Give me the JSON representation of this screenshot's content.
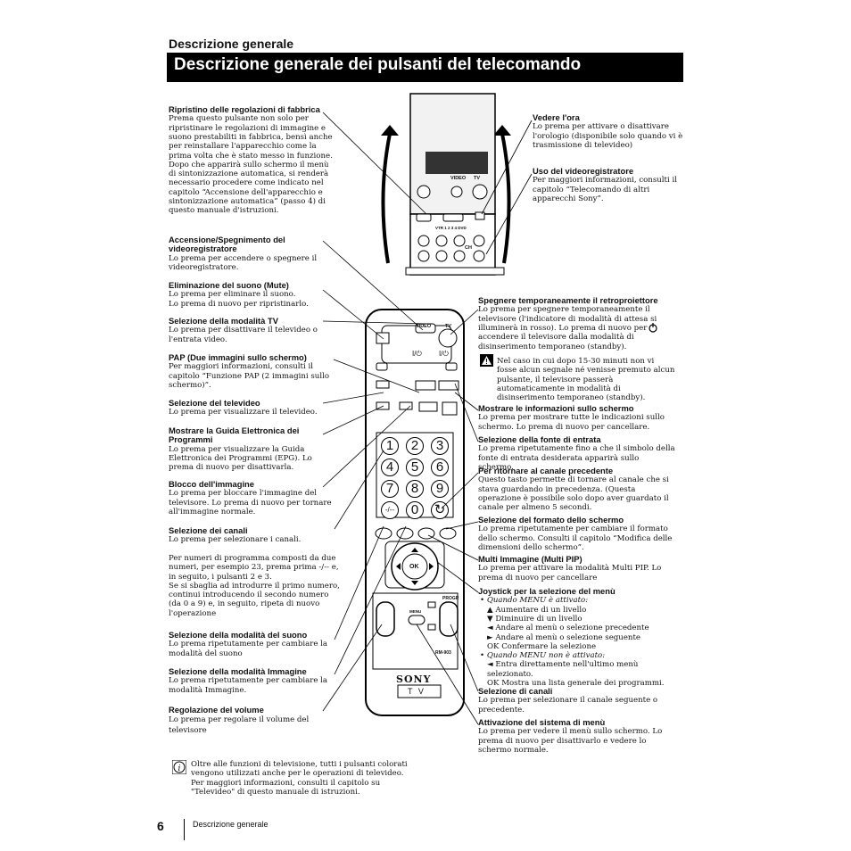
{
  "header": {
    "section": "Descrizione generale",
    "title": "Descrizione generale dei pulsanti del telecomando"
  },
  "left_items": [
    {
      "heading": "Ripristino delle regolazioni di fabbrica",
      "text": "Prema questo pulsante non solo per ripristinare le regolazioni di immagine e suono prestabiliti in fabbrica, bensì anche per reinstallare l'apparecchio come la prima volta che è stato messo in funzione.\nDopo che apparirà sullo schermo il menù di sintonizzazione automatica, si renderà necessario procedere come indicato nel capitolo “Accensione dell'apparecchio e sintonizzazione automatica” (passo 4) di questo manuale d'istruzioni."
    },
    {
      "heading": "Accensione/Spegnimento del videoregistratore",
      "text": "Lo prema per accendere o spegnere il videoregistratore."
    },
    {
      "heading": "Eliminazione del suono (Mute)",
      "text": "Lo prema per eliminare il suono.\nLo prema di nuovo per ripristinarlo."
    },
    {
      "heading": "Selezione della modalità TV",
      "text": "Lo prema per disattivare il televideo o l'entrata video."
    },
    {
      "heading": "PAP (Due immagini sullo schermo)",
      "text": "Per maggiori informazioni, consulti il capitolo “Funzione PAP (2 immagini sullo schermo)”."
    },
    {
      "heading": "Selezione del televideo",
      "text": "Lo prema per visualizzare il televideo."
    },
    {
      "heading": "Mostrare la Guida Elettronica dei Programmi",
      "text": "Lo prema per visualizzare la Guida Elettronica dei Programmi (EPG). Lo prema di nuovo per disattivarla."
    },
    {
      "heading": "Blocco dell'immagine",
      "text": "Lo prema per bloccare l'immagine del televisore. Lo prema di nuovo per tornare all'immagine normale."
    },
    {
      "heading": "Selezione dei canali",
      "text": "Lo prema per selezionare i canali.\n\nPer numeri di programma composti da due numeri, per esempio 23, prema prima -/-- e, in seguito, i pulsanti 2 e 3.\nSe si sbaglia ad introdurre il primo numero, continui introducendo il secondo numero (da 0 a 9) e, in seguito, ripeta di nuovo l'operazione"
    },
    {
      "heading": "Selezione della modalità del suono",
      "text": "Lo prema ripetutamente per cambiare la modalità del suono"
    },
    {
      "heading": "Selezione della modalità Immagine",
      "text": "Lo prema ripetutamente per cambiare la modalità Immagine."
    },
    {
      "heading": "Regolazione del volume",
      "text": "Lo prema per regolare il volume del televisore"
    }
  ],
  "right_items": [
    {
      "heading": "Vedere l'ora",
      "text": "Lo prema per attivare o disattivare l'orologio (disponibile solo quando vi è trasmissione di televideo)"
    },
    {
      "heading": "Uso del videoregistratore",
      "text": "Per maggiori informazioni, consulti il capitolo “Telecomando di altri apparecchi Sony”."
    },
    {
      "heading": "Spegnere temporaneamente il retroproiettore",
      "text": "Lo prema per spegnere temporaneamente il televisore (l'indicatore di modalità di attesa      si illuminerà in rosso). Lo prema di nuovo per accendere il televisore dalla modalità di disinserimento temporaneo (standby)."
    },
    {
      "heading": "",
      "text": "Nel caso in cui dopo 15-30 minuti non vi fosse alcun segnale né venisse premuto alcun pulsante, il televisore passerà automaticamente in modalità di disinserimento temporaneo (standby)."
    },
    {
      "heading": "Mostrare le informazioni sullo schermo",
      "text": "Lo prema per mostrare tutte le indicazioni sullo schermo. Lo prema di nuovo per cancellare."
    },
    {
      "heading": "Selezione della fonte di entrata",
      "text": "Lo prema ripetutamente fino a che il simbolo della fonte di entrata desiderata apparirà sullo schermo."
    },
    {
      "heading": "Per ritornare al canale precedente",
      "text": "Questo tasto permette di tornare al canale che si stava guardando in precedenza. (Questa operazione è possibile solo dopo aver guardato il canale per almeno 5 secondi."
    },
    {
      "heading": "Selezione del formato dello schermo",
      "text": "Lo prema ripetutamente per cambiare il formato dello schermo. Consulti il capitolo “Modifica delle dimensioni dello schermo”."
    },
    {
      "heading": "Multi Immagine (Multi PIP)",
      "text": "Lo prema per attivare la modalità Multi PIP. Lo prema di nuovo per cancellare"
    },
    {
      "heading": "Joystick per la selezione del menù",
      "text": ""
    },
    {
      "heading": "Selezione di canali",
      "text": "Lo prema per selezionare il canale seguente o precedente."
    },
    {
      "heading": "Attivazione del sistema di menù",
      "text": "Lo prema per vedere il menù sullo schermo. Lo prema di nuovo per disattivarlo e vedere lo schermo normale."
    }
  ],
  "joystick": {
    "menu_on_label": "Quando MENU è attivato:",
    "menu_on": [
      "▲  Aumentare di un livello",
      "▼  Diminuire di un livello",
      "◄  Andare al menù o selezione precedente",
      "►  Andare al menù o selezione seguente",
      "OK Confermare la selezione"
    ],
    "menu_off_label": "Quando MENU non è attivato:",
    "menu_off": [
      "◄  Entra direttamente nell'ultimo menù selezionato.",
      "OK Mostra una lista generale dei programmi."
    ]
  },
  "note": "Oltre alle funzioni di televisione, tutti i pulsanti colorati vengono utilizzati anche per le operazioni di televideo. Per maggiori informazioni, consulti il capitolo su \"Televideo\" di questo manuale di istruzioni.",
  "remote": {
    "video": "VIDEO",
    "tv": "TV",
    "power_symbol": "I/⏻",
    "vtr_label": "VTR 1 2 3 4 DVD",
    "ch_label": "CH",
    "digits": [
      "1",
      "2",
      "3",
      "4",
      "5",
      "6",
      "7",
      "8",
      "9",
      "-/--",
      "0"
    ],
    "ok": "OK",
    "menu": "MENU",
    "progr": "PROGR",
    "model": "RM-903",
    "brand": "SONY",
    "tv_badge": "T V"
  },
  "footer": {
    "page_number": "6",
    "section": "Descrizione generale"
  }
}
